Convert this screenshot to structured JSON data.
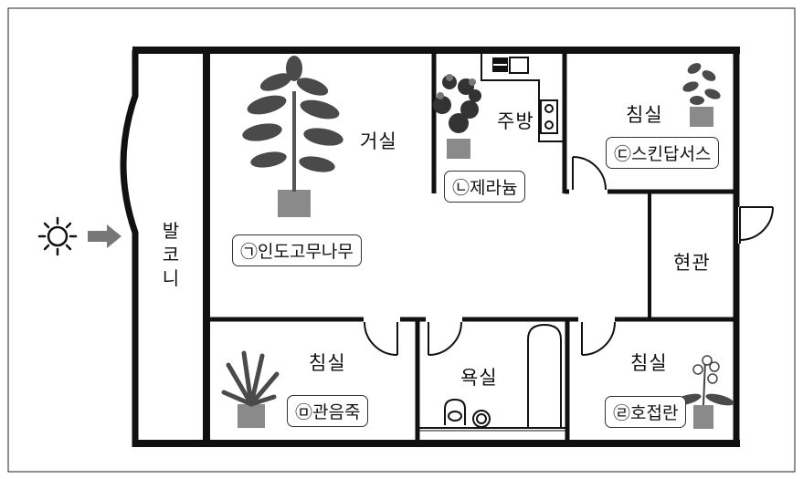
{
  "rooms": {
    "balcony": [
      "발",
      "코",
      "니"
    ],
    "living": "거실",
    "kitchen": "주방",
    "bedroom_ne": "침실",
    "entrance": "현관",
    "bedroom_sw": "침실",
    "bathroom": "욕실",
    "bedroom_se": "침실"
  },
  "plants": {
    "a": "㉠인도고무나무",
    "b": "㉡제라늄",
    "c": "㉢스킨답서스",
    "d": "㉣호접란",
    "e": "㉤관음죽"
  },
  "icons": {
    "sun": "sun-icon",
    "arrow": "arrow-right-icon"
  },
  "colors": {
    "wall": "#111111",
    "arrow": "#777777",
    "leaf": "#4a4a4a",
    "pot": "#8a8a8a"
  }
}
